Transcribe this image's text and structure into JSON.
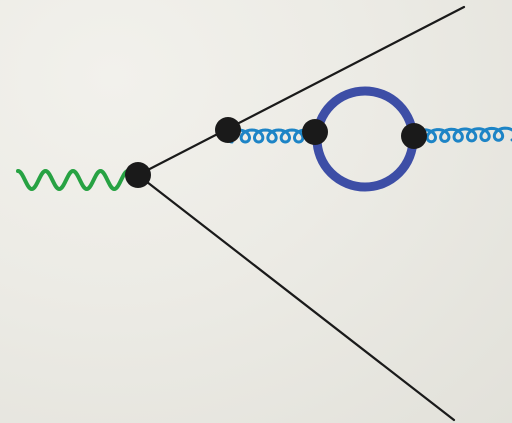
{
  "diagram": {
    "colors": {
      "background": "#ecebe5",
      "fermion_line": "#1a1a1a",
      "photon": "#27a243",
      "gluon": "#1d84c6",
      "quark_loop": "#3d4ea6",
      "vertex": "#1a1a1a"
    },
    "elements": [
      "photon-line",
      "outgoing-fermion-upper",
      "outgoing-fermion-lower",
      "gluon-line-left",
      "gluon-line-right",
      "quark-loop",
      "vertex-main",
      "vertex-emission",
      "vertex-loop-left",
      "vertex-loop-right"
    ]
  }
}
